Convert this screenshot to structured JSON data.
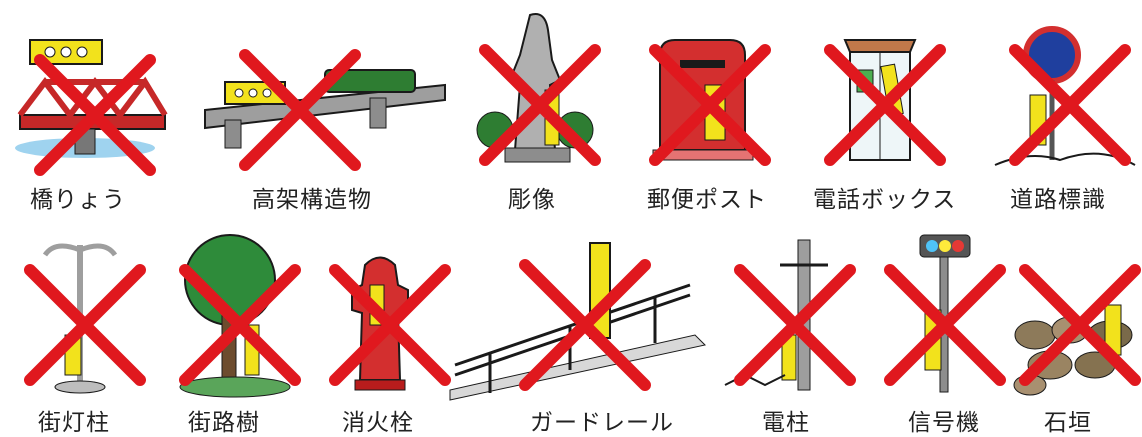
{
  "colors": {
    "cross": "#e0181e",
    "sign_yellow": "#f2e21c",
    "outline": "#1a1a1a"
  },
  "row1": [
    {
      "label": "橋りょう",
      "icon": "bridge-icon"
    },
    {
      "label": "高架構造物",
      "icon": "elevated-structure-icon"
    },
    {
      "label": "彫像",
      "icon": "statue-icon"
    },
    {
      "label": "郵便ポスト",
      "icon": "mailbox-icon"
    },
    {
      "label": "電話ボックス",
      "icon": "phone-booth-icon"
    },
    {
      "label": "道路標識",
      "icon": "road-sign-icon"
    }
  ],
  "row2": [
    {
      "label": "街灯柱",
      "icon": "street-lamp-icon"
    },
    {
      "label": "街路樹",
      "icon": "street-tree-icon"
    },
    {
      "label": "消火栓",
      "icon": "fire-hydrant-icon"
    },
    {
      "label": "ガードレール",
      "icon": "guardrail-icon"
    },
    {
      "label": "電柱",
      "icon": "utility-pole-icon"
    },
    {
      "label": "信号機",
      "icon": "traffic-signal-icon"
    },
    {
      "label": "石垣",
      "icon": "stone-wall-icon"
    }
  ]
}
